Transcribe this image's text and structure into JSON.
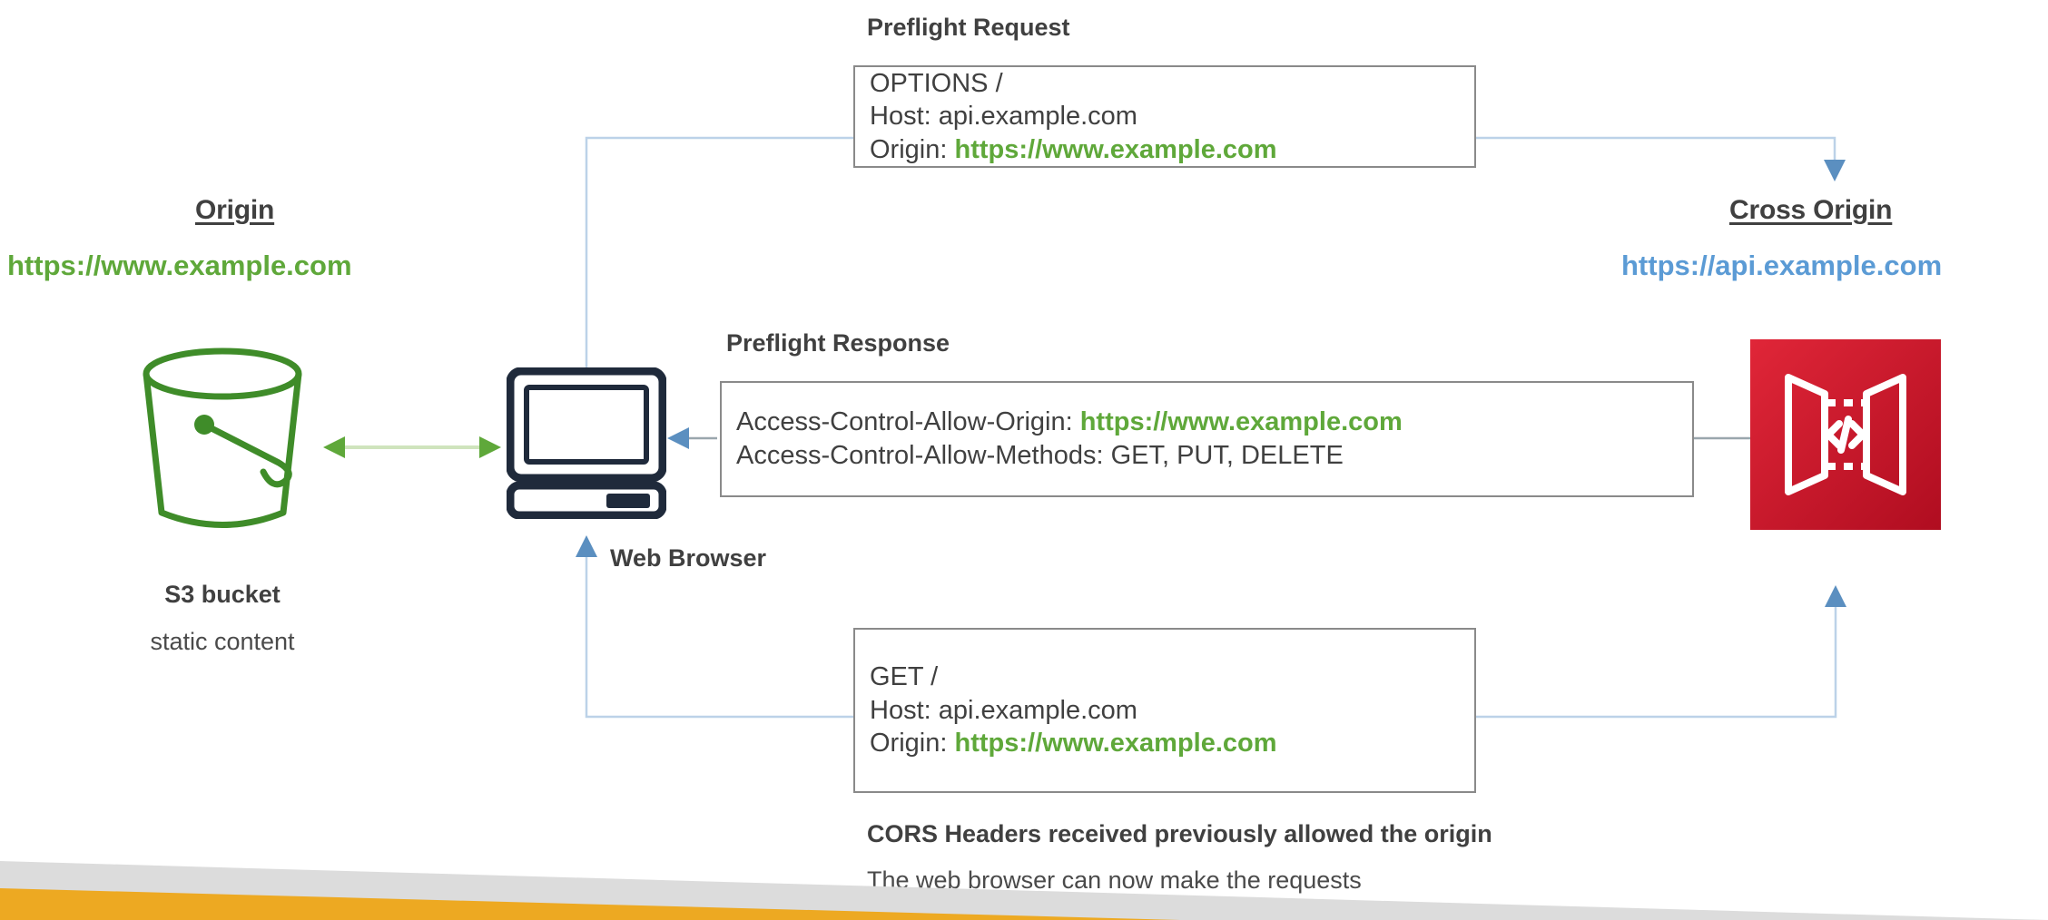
{
  "diagram": {
    "title": "CORS preflight request and response flow",
    "colors": {
      "origin_green": "#5fa83a",
      "cross_origin_blue": "#5b9bd5",
      "connector_blue": "#bcd2e8",
      "api_gateway_red": "#c9172c",
      "band_orange": "#eda922",
      "band_grey": "#dcdcdc",
      "text_dark": "#404040"
    }
  },
  "origin": {
    "label": "Origin",
    "url": "https://www.example.com"
  },
  "cross_origin": {
    "label": "Cross Origin ",
    "url": "https://api.example.com"
  },
  "s3": {
    "title": "S3 bucket",
    "subtitle": "static content",
    "icon": "s3-bucket-icon"
  },
  "browser": {
    "label": "Web Browser",
    "icon": "desktop-computer-icon"
  },
  "api_gateway": {
    "icon": "api-gateway-icon"
  },
  "preflight_request": {
    "title": "Preflight Request",
    "lines": [
      {
        "text": "OPTIONS /",
        "highlight": ""
      },
      {
        "text": "Host: api.example.com",
        "highlight": ""
      },
      {
        "text": "Origin: ",
        "highlight": "https://www.example.com"
      }
    ]
  },
  "preflight_response": {
    "title": "Preflight Response",
    "lines": [
      {
        "text": "Access-Control-Allow-Origin: ",
        "highlight": "https://www.example.com"
      },
      {
        "text": "Access-Control-Allow-Methods: GET, PUT, DELETE",
        "highlight": ""
      }
    ]
  },
  "actual_request": {
    "title": "",
    "lines": [
      {
        "text": "GET /",
        "highlight": ""
      },
      {
        "text": "Host: api.example.com",
        "highlight": ""
      },
      {
        "text": "Origin: ",
        "highlight": "https://www.example.com"
      }
    ]
  },
  "footer": {
    "bold_line": "CORS Headers received previously allowed the origin",
    "regular_line": "The web browser can now make the requests"
  }
}
